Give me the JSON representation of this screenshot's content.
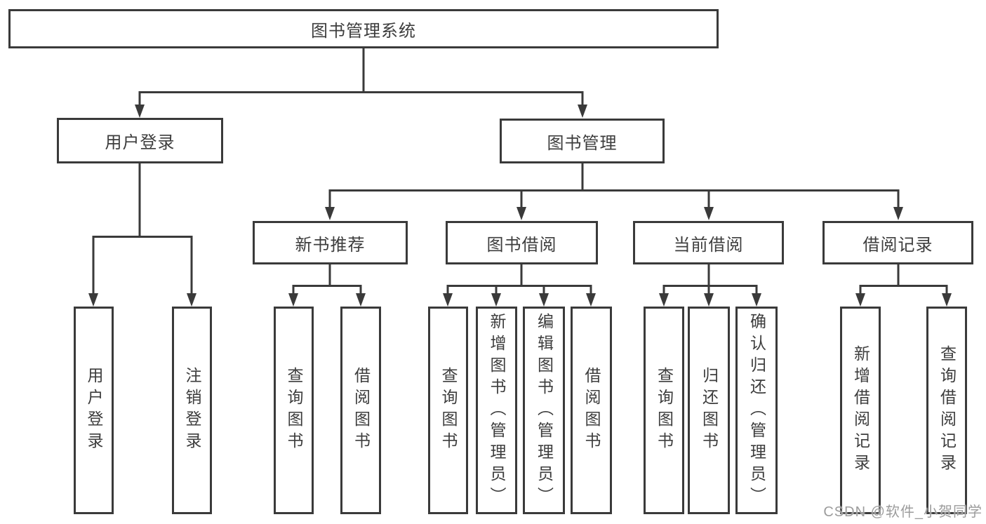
{
  "diagram": {
    "root": {
      "label": "图书管理系统"
    },
    "user_login": {
      "label": "用户登录",
      "children": [
        {
          "label": "用户登录"
        },
        {
          "label": "注销登录"
        }
      ]
    },
    "book_mgmt": {
      "label": "图书管理",
      "sections": [
        {
          "label": "新书推荐",
          "children": [
            {
              "label": "查询图书"
            },
            {
              "label": "借阅图书"
            }
          ]
        },
        {
          "label": "图书借阅",
          "children": [
            {
              "label": "查询图书"
            },
            {
              "label": "新增图书（管理员）"
            },
            {
              "label": "编辑图书（管理员）"
            },
            {
              "label": "借阅图书"
            }
          ]
        },
        {
          "label": "当前借阅",
          "children": [
            {
              "label": "查询图书"
            },
            {
              "label": "归还图书"
            },
            {
              "label": "确认归还（管理员）"
            }
          ]
        },
        {
          "label": "借阅记录",
          "children": [
            {
              "label": "新增借阅记录"
            },
            {
              "label": "查询借阅记录"
            }
          ]
        }
      ]
    }
  },
  "watermark": {
    "text": "CSDN @软件_小贺同学"
  },
  "colors": {
    "line": "#3a3a3a",
    "box_border": "#3a3a3a",
    "text": "#3d3d3d",
    "watermark": "#9c9c9c",
    "background": "#ffffff"
  }
}
